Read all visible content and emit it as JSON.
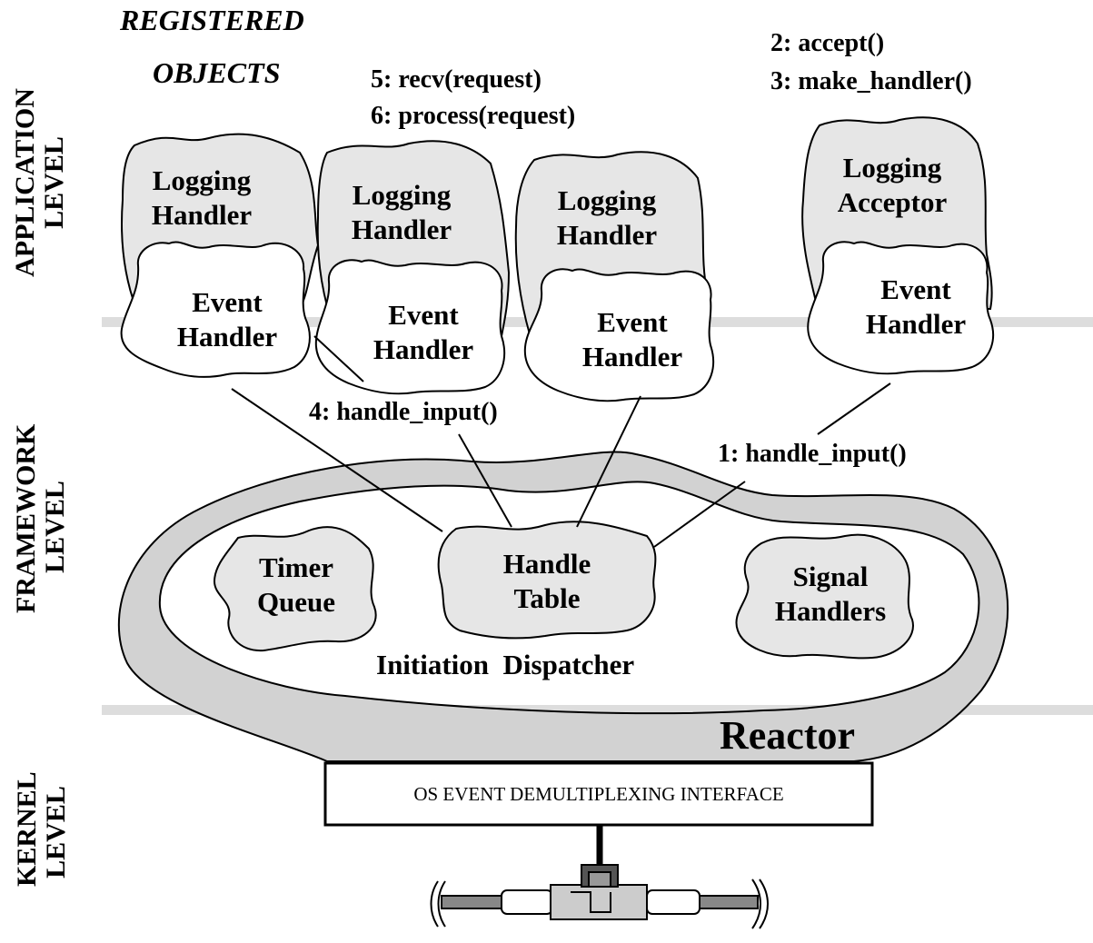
{
  "colors": {
    "shade": "#e6e6e6",
    "ring": "#d2d2d2",
    "divider": "#dddddd",
    "stroke": "#000000"
  },
  "levels": {
    "application": [
      "APPLICATION",
      "LEVEL"
    ],
    "framework": [
      "FRAMEWORK",
      "LEVEL"
    ],
    "kernel": [
      "KERNEL",
      "LEVEL"
    ]
  },
  "registered_objects": [
    "REGISTERED",
    "OBJECTS"
  ],
  "steps": {
    "accept": "2: accept()",
    "make_handler": "3: make_handler()",
    "recv": "5: recv(request)",
    "process": "6: process(request)",
    "handle_input_4": "4: handle_input()",
    "handle_input_1": "1: handle_input()"
  },
  "objects": [
    {
      "top": [
        "Logging",
        "Handler"
      ],
      "bottom": [
        "Event",
        "Handler"
      ]
    },
    {
      "top": [
        "Logging",
        "Handler"
      ],
      "bottom": [
        "Event",
        "Handler"
      ]
    },
    {
      "top": [
        "Logging",
        "Handler"
      ],
      "bottom": [
        "Event",
        "Handler"
      ]
    },
    {
      "top": [
        "Logging",
        "Acceptor"
      ],
      "bottom": [
        "Event",
        "Handler"
      ]
    }
  ],
  "dispatcher": {
    "timer_queue": [
      "Timer",
      "Queue"
    ],
    "handle_table": [
      "Handle",
      "Table"
    ],
    "signal_handlers": [
      "Signal",
      "Handlers"
    ],
    "label": "Initiation  Dispatcher"
  },
  "reactor_label": "Reactor",
  "os_interface": "OS EVENT DEMULTIPLEXING INTERFACE"
}
